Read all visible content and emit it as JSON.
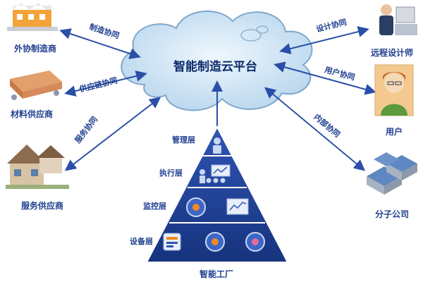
{
  "center": {
    "title": "智能制造云平台"
  },
  "nodes": {
    "outsource": "外协制造商",
    "material": "材料供应商",
    "service": "服务供应商",
    "designer": "远程设计师",
    "user": "用户",
    "subsidiary": "分子公司"
  },
  "links": {
    "manufacturing": "制造协同",
    "supply_chain": "供应链协同",
    "service": "服务协同",
    "design": "设计协同",
    "user": "用户协同",
    "internal": "内部协同"
  },
  "pyramid": {
    "layers": [
      "管理层",
      "执行层",
      "监控层",
      "设备层"
    ],
    "base": "智能工厂"
  },
  "colors": {
    "arrow": "#2b4fa8",
    "cloud": "#cfe4f5",
    "cloud_stroke": "#7fa8cc",
    "pyramid": "#1e3f8f"
  }
}
